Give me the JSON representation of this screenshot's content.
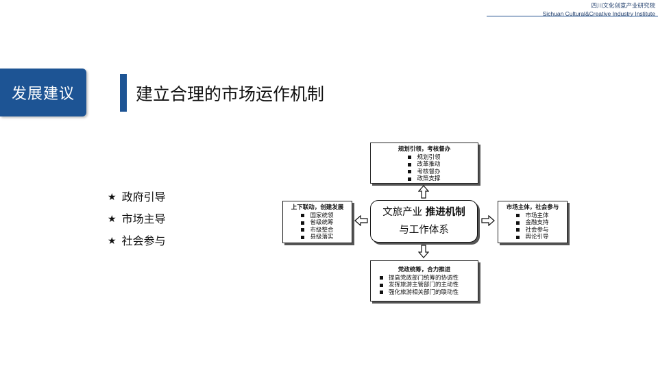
{
  "institute": {
    "name_cn": "四川文化创意产业研究院",
    "name_en": "Sichuan Cultural&Creative Industry Institute"
  },
  "section_tag": "发展建议",
  "title": "建立合理的市场运作机制",
  "bullets": [
    "政府引导",
    "市场主导",
    "社会参与"
  ],
  "diagram": {
    "center": {
      "line1_a": "文旅产业",
      "line1_b": "推进机制",
      "line2": "与工作体系"
    },
    "top": {
      "heading": "规划引领，考核督办",
      "items": [
        "规划引领",
        "改革推动",
        "考核督办",
        "政策支撑"
      ]
    },
    "left": {
      "heading": "上下联动，创建发展",
      "items": [
        "国家统领",
        "省级统筹",
        "市级整合",
        "县级落实"
      ]
    },
    "right": {
      "heading": "市场主体，社会参与",
      "items": [
        "市场主体",
        "金融支持",
        "社会参与",
        "舆论引导"
      ]
    },
    "bottom": {
      "heading": "党政统筹，合力推进",
      "items": [
        "提高党政部门统筹的协调性",
        "发挥旅游主管部门的主动性",
        "强化旅游相关部门的联动性"
      ]
    }
  },
  "colors": {
    "accent": "#1d5494",
    "line": "#1f4e8c"
  }
}
